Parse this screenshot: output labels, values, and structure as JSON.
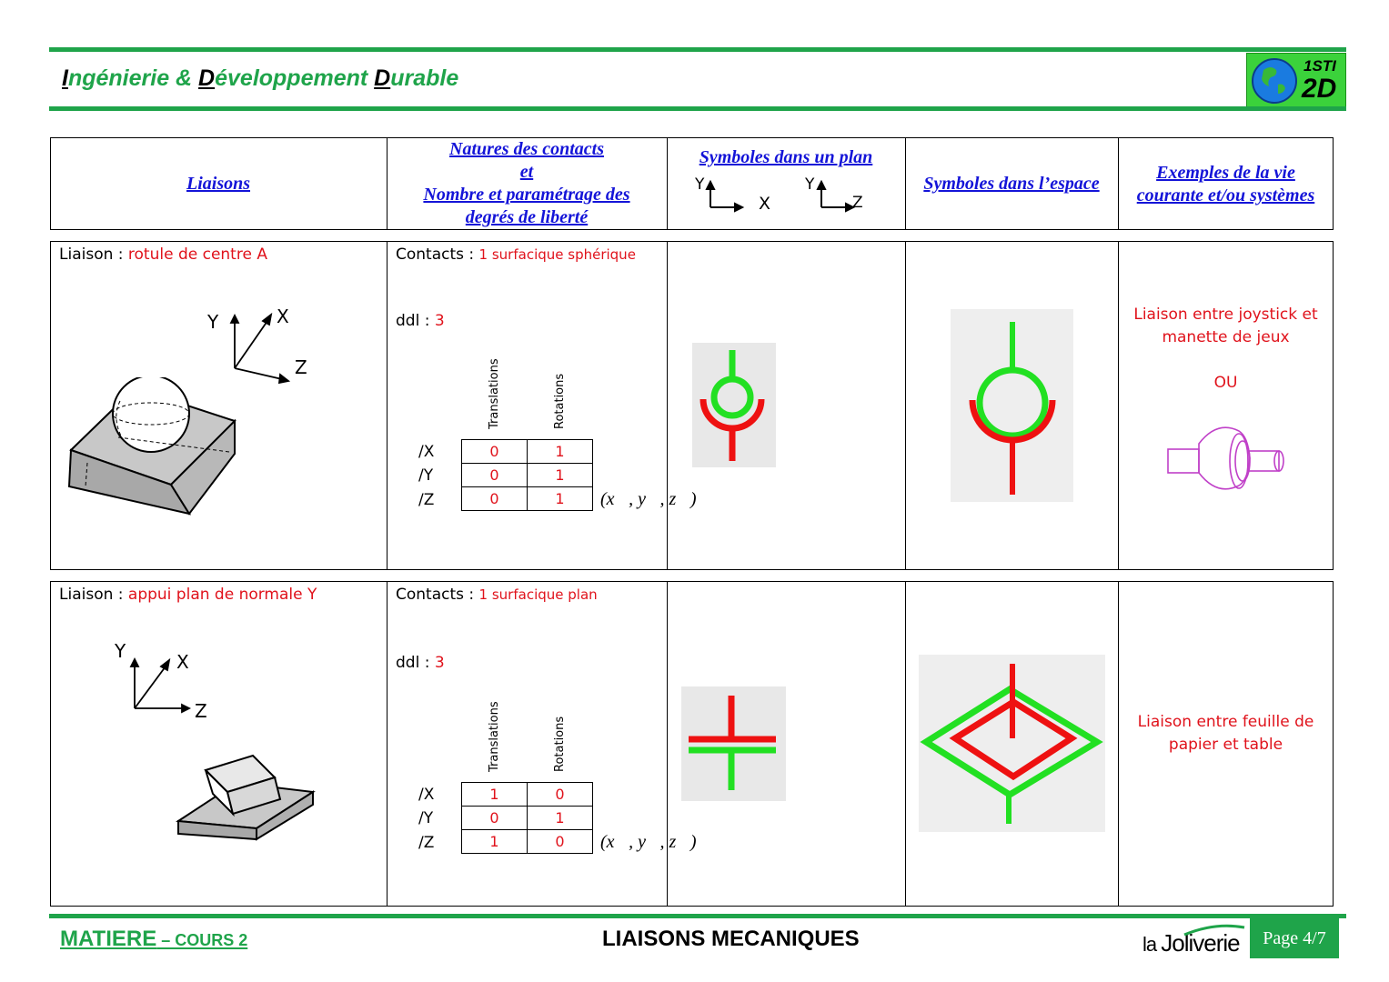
{
  "header": {
    "title_parts": [
      {
        "u": "I",
        "rest": "ngénierie & "
      },
      {
        "u": "D",
        "rest": "éveloppement "
      },
      {
        "u": "D",
        "rest": "urable"
      }
    ],
    "logo_top": "1STI",
    "logo_bottom": "2D"
  },
  "table_header": {
    "liaisons": "Liaisons",
    "natures_l1": "Natures des contacts",
    "natures_l2": "et",
    "natures_l3": "Nombre et paramétrage des",
    "natures_l4": "degrés de liberté",
    "plan": "Symboles dans un plan",
    "plan_axes_1": [
      "Y",
      "X"
    ],
    "plan_axes_2": [
      "Y",
      "Z"
    ],
    "espace": "Symboles dans l’espace",
    "exemples_l1": "Exemples de la vie",
    "exemples_l2": "courante et/ou systèmes"
  },
  "rows": [
    {
      "liaison_prefix": "Liaison : ",
      "liaison_name": "rotule de centre A",
      "axes": [
        "Y",
        "X",
        "Z"
      ],
      "contacts_prefix": "Contacts : ",
      "contacts_value": "1 surfacique sphérique",
      "ddl_prefix": "ddl : ",
      "ddl_value": "3",
      "col_headers": [
        "Translations",
        "Rotations"
      ],
      "row_labels": [
        "/X",
        "/Y",
        "/Z"
      ],
      "values": [
        [
          "0",
          "1"
        ],
        [
          "0",
          "1"
        ],
        [
          "0",
          "1"
        ]
      ],
      "basis": "(x⃗, y⃗, z⃗)",
      "example_l1": "Liaison entre joystick et",
      "example_l2": "manette de jeux",
      "example_or": "OU"
    },
    {
      "liaison_prefix": "Liaison : ",
      "liaison_name": "appui plan de normale Y",
      "axes": [
        "Y",
        "X",
        "Z"
      ],
      "contacts_prefix": "Contacts : ",
      "contacts_value": "1 surfacique plan",
      "ddl_prefix": "ddl : ",
      "ddl_value": "3",
      "col_headers": [
        "Translations",
        "Rotations"
      ],
      "row_labels": [
        "/X",
        "/Y",
        "/Z"
      ],
      "values": [
        [
          "1",
          "0"
        ],
        [
          "0",
          "1"
        ],
        [
          "1",
          "0"
        ]
      ],
      "basis": "(x⃗, y⃗, z⃗)",
      "example_l1": "Liaison entre feuille de",
      "example_l2": "papier et table"
    }
  ],
  "footer": {
    "left_main": "MATIERE",
    "left_sub": " – COURS 2",
    "center": "LIAISONS MECANIQUES",
    "brand_a": "la ",
    "brand_b": "Joliverie",
    "page": "Page 4/7"
  },
  "colors": {
    "green": "#1fa44a",
    "blue": "#1414d8",
    "red": "#e0121b",
    "symbol_green": "#22e022",
    "symbol_red": "#ee1111",
    "purple": "#c040c8"
  }
}
